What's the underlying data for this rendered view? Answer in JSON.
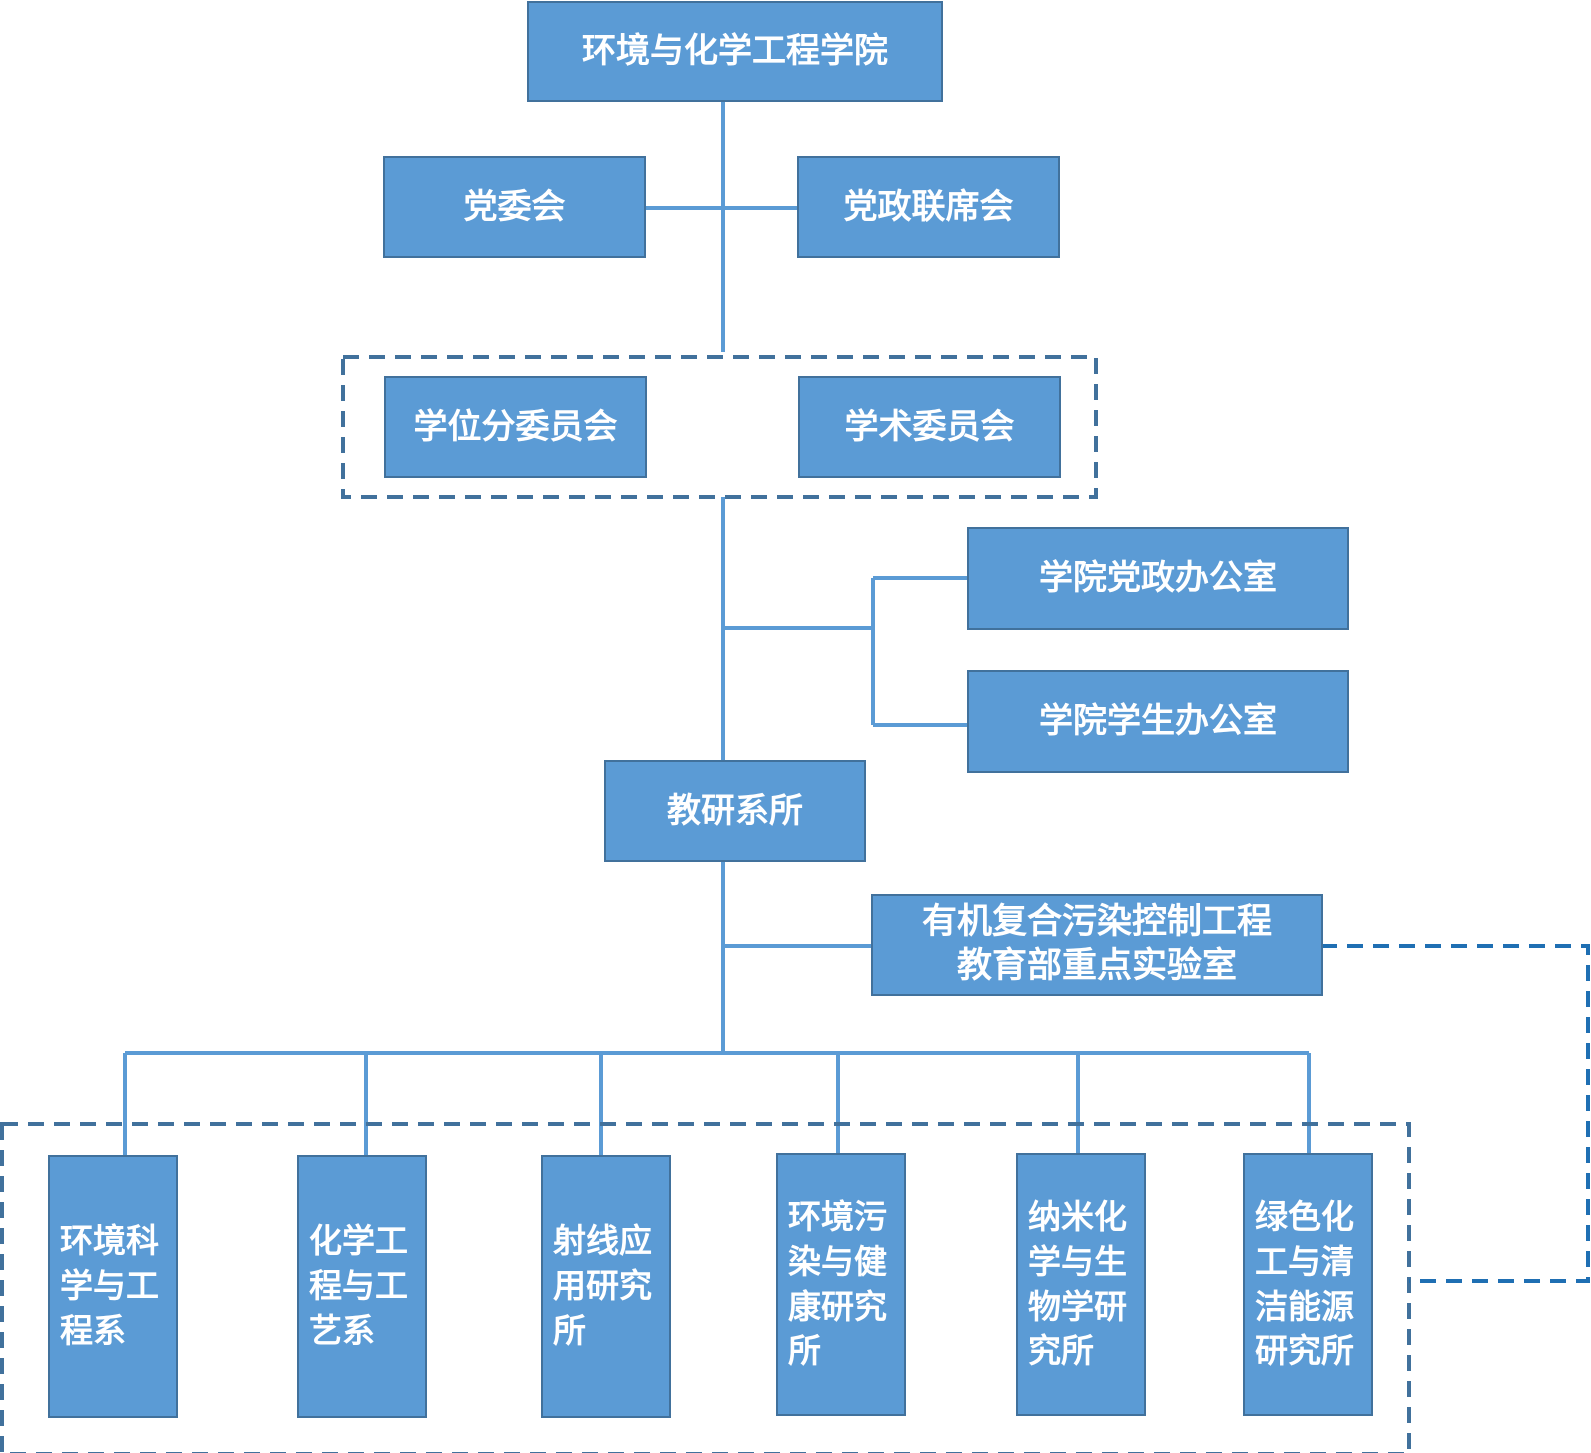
{
  "title": "",
  "nodes": {
    "college": "环境与化学工程学院",
    "party_committee": "党委会",
    "joint_meeting": "党政联席会",
    "degree_committee": "学位分委员会",
    "academic_committee": "学术委员会",
    "admin_office": "学院党政办公室",
    "student_office": "学院学生办公室",
    "departments": "教研系所",
    "lab_line1": "有机复合污染控制工程",
    "lab_line2": "教育部重点实验室",
    "units": [
      "环境科学与工程系",
      "化学工程与工艺系",
      "射线应用研究所",
      "环境污染与健康研究所",
      "纳米化学与生物学研究所",
      "绿色化工与清洁能源研究所"
    ]
  },
  "colors": {
    "box_fill": "#5b9bd5",
    "box_border": "#41719c",
    "connector": "#5b9bd5",
    "dashed_frame": "#41719c",
    "lab_link": "#1f6fb3",
    "text": "#ffffff"
  }
}
